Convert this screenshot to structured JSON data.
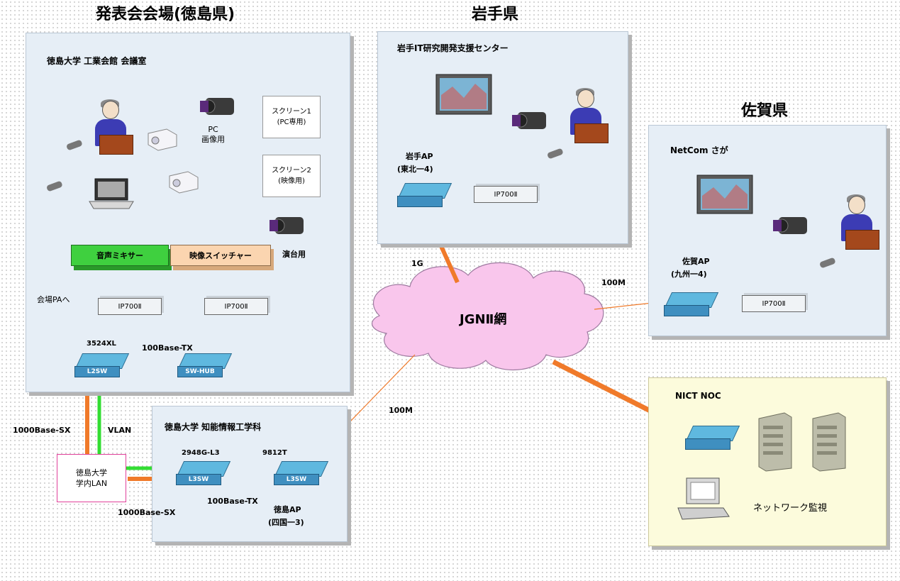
{
  "regions": {
    "tokushima_title": "発表会会場(徳島県)",
    "iwate_title": "岩手県",
    "saga_title": "佐賀県"
  },
  "venue": {
    "room": "徳島大学 工業会館 会議室",
    "screen1": [
      "スクリーン1",
      "(PC専用)"
    ],
    "screen2": [
      "スクリーン2",
      "(映像用)"
    ],
    "pc_label": [
      "PC",
      "画像用"
    ],
    "audio_mixer": "音声ミキサー",
    "video_switcher": "映像スイッチャー",
    "lectern_label": "演台用",
    "pa_label": "会場PAへ",
    "ip700_left": "IP700Ⅱ",
    "ip700_right": "IP700Ⅱ",
    "switch_model": "3524XL",
    "l2sw": "L2SW",
    "swhub": "SW-HUB",
    "link_100tx": "100Base-TX"
  },
  "campus": {
    "lan_label": [
      "徳島大学",
      "学内LAN"
    ],
    "link_1000sx_left": "1000Base-SX",
    "vlan": "VLAN",
    "dept_title": "徳島大学 知能情報工学科",
    "model_a": "2948G-L3",
    "model_b": "9812T",
    "l3sw_a": "L3SW",
    "l3sw_b": "L3SW",
    "link_100tx": "100Base-TX",
    "link_1000sx_bottom": "1000Base-SX",
    "ap_name": "徳島AP",
    "ap_region": "(四国一3)",
    "link_100m": "100M"
  },
  "iwate": {
    "center": "岩手IT研究開発支援センター",
    "ap_name": "岩手AP",
    "ap_region": "(東北一4)",
    "ip700": "IP700Ⅱ",
    "link_1g": "1G"
  },
  "saga": {
    "site": "NetCom さが",
    "ap_name": "佐賀AP",
    "ap_region": "(九州一4)",
    "ip700": "IP700Ⅱ",
    "link_100m": "100M"
  },
  "network": {
    "cloud_label": "JGNⅡ網"
  },
  "noc": {
    "title": "NICT NOC",
    "monitor_label": "ネットワーク監視"
  },
  "colors": {
    "panel_blue": "#e6eef6",
    "panel_yellow": "#fcfbdc",
    "cloud_pink": "#f9c6ec",
    "audio_mixer_green": "#3fd03f",
    "video_switcher_orange": "#fbd5b0",
    "trunk_orange": "#f07a2a",
    "vlan_green": "#33dd33",
    "audio_red": "#e02020",
    "video_blue": "#3399dd",
    "lan_navy": "#2a2aa6"
  },
  "icons": [
    "camcorder-icon",
    "projector-icon",
    "laptop-icon",
    "microphone-icon",
    "presenter-icon",
    "switch-icon",
    "server-icon",
    "workstation-icon",
    "cloud-icon",
    "display-icon"
  ]
}
